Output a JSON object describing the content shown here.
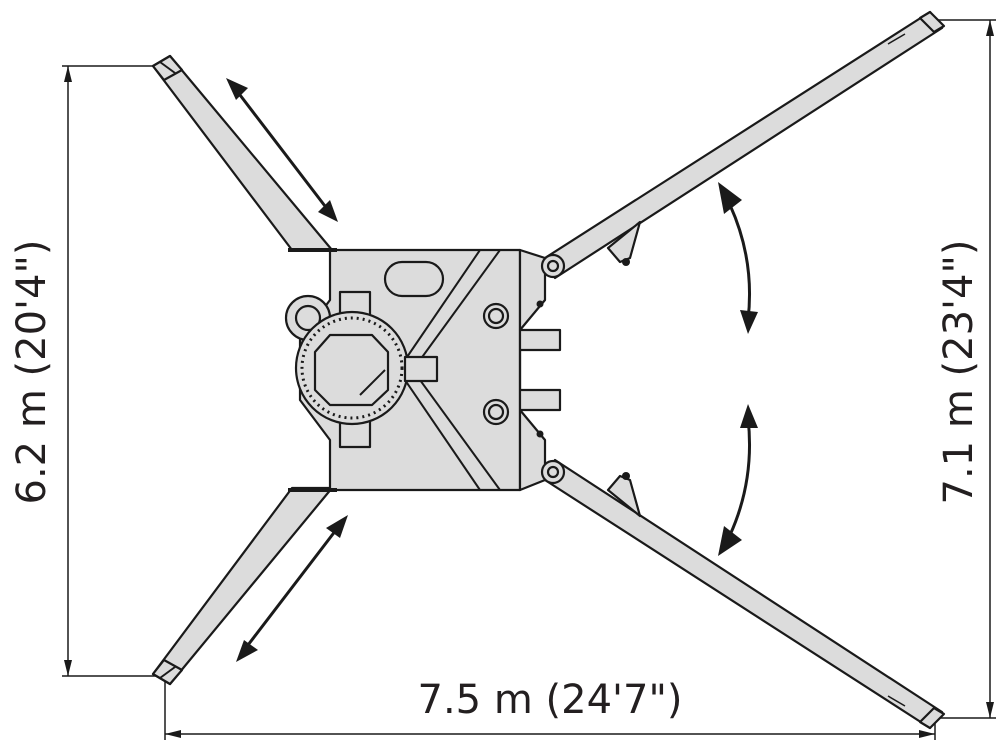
{
  "dimensions": {
    "height_left": "6.2 m (20'4\")",
    "height_right": "7.1 m (23'4\")",
    "width_bottom": "7.5 m (24'7\")"
  },
  "colors": {
    "part_fill": "#dcdcdc",
    "outline": "#1a1a1a",
    "text": "#231f20"
  },
  "icons": {
    "movement_arrows": "double-headed-arrow",
    "swing_arrows": "curved-double-headed-arrow"
  }
}
